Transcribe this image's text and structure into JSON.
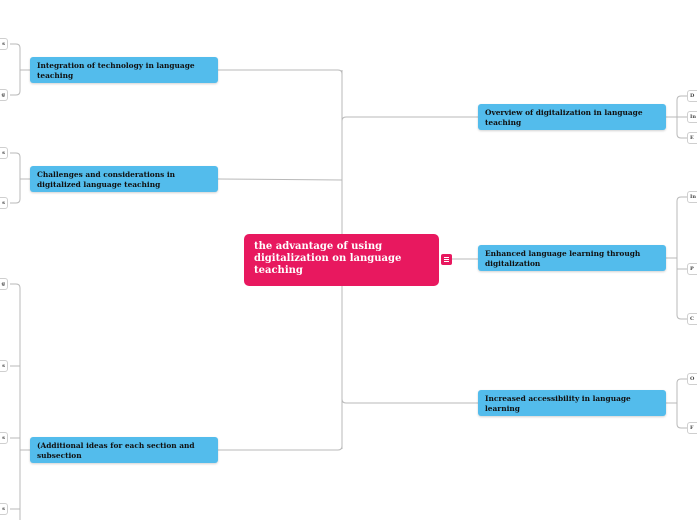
{
  "colors": {
    "root_bg": "#e8185f",
    "main_topic_bg": "#53bcec",
    "connector": "#b9b9b9",
    "subtopic_border": "#cfcfcf"
  },
  "root": {
    "label": "the advantage of using digitalization on language teaching",
    "note_icon": "note-icon"
  },
  "left_topics": [
    {
      "label": "Integration of technology in language teaching",
      "subtopics": [
        "s",
        "g"
      ]
    },
    {
      "label": "Challenges and considerations in digitalized language teaching",
      "subtopics": [
        "s",
        "s"
      ]
    },
    {
      "label": "(Additional ideas for each section and subsection",
      "subtopics": [
        "g",
        "s",
        "s",
        "s"
      ]
    }
  ],
  "right_topics": [
    {
      "label": "Overview of digitalization in language teaching",
      "subtopics": [
        "D",
        "In",
        "E"
      ]
    },
    {
      "label": "Enhanced language learning through digitalization",
      "subtopics": [
        "In",
        "P",
        "C"
      ]
    },
    {
      "label": "Increased accessibility in language learning",
      "subtopics": [
        "O",
        "F"
      ]
    }
  ]
}
